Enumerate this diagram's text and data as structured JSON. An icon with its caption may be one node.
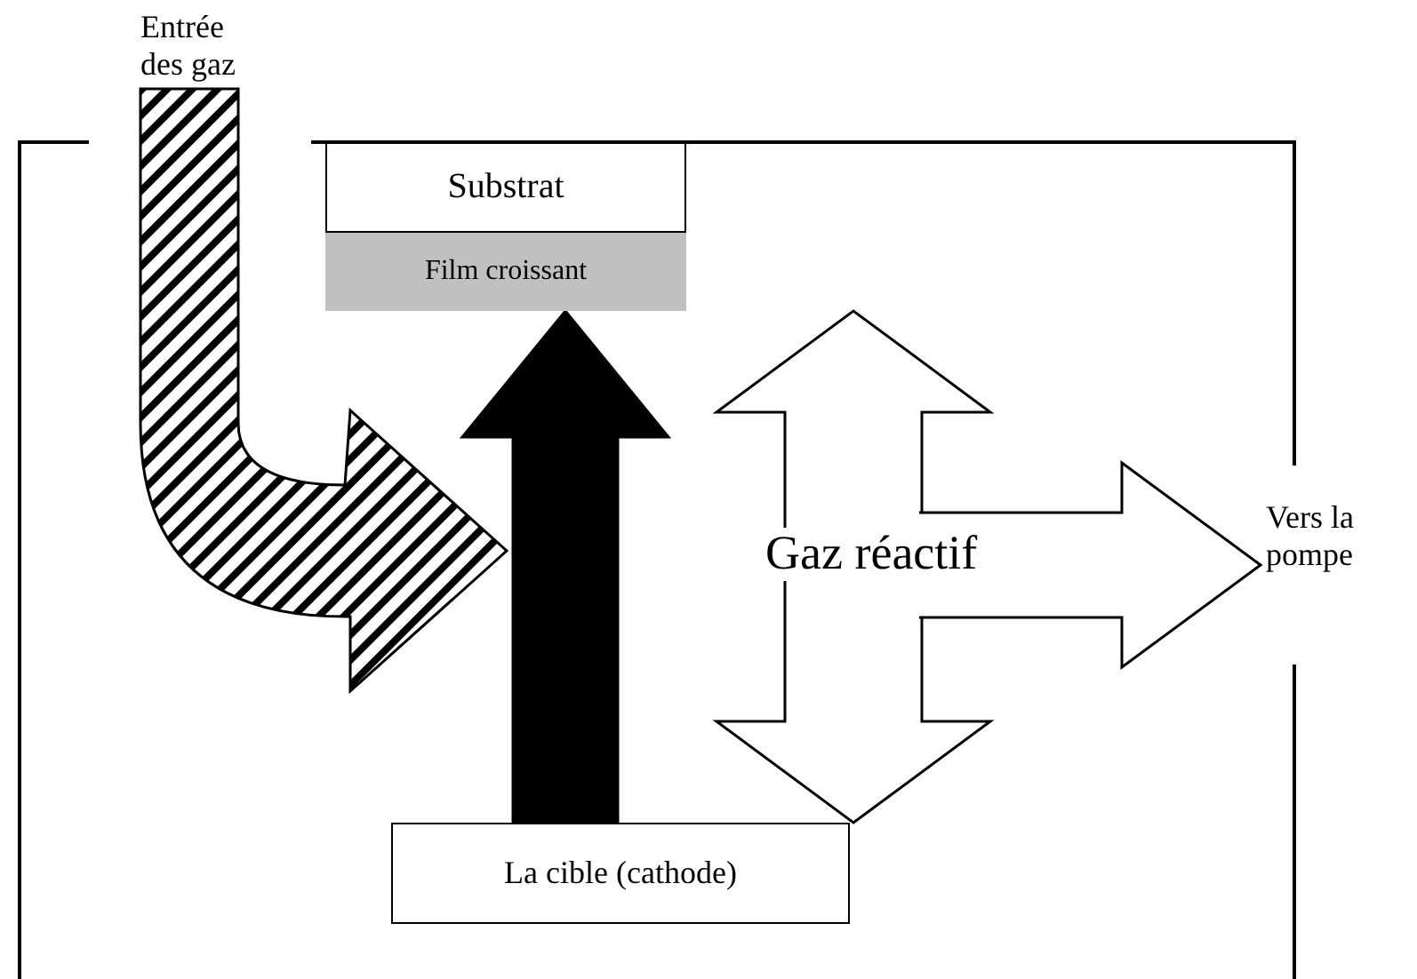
{
  "diagram": {
    "nodes": [
      {
        "text": [
          "Entrée des gaz"
        ]
      },
      {
        "text": [
          "Substrat"
        ]
      },
      {
        "text": [
          "Film croissant"
        ]
      },
      {
        "text": [
          "Vers la pompe"
        ]
      },
      {
        "text": [
          "La cible (cathode)"
        ]
      }
    ],
    "edges": [
      {
        "from": 0,
        "to": null,
        "arrow": "to"
      },
      {
        "from": 4,
        "to": 2,
        "arrow": "to",
        "color": "#000000"
      },
      {
        "from": 4,
        "to": 2,
        "arrow": "both",
        "label": "Gaz réactif"
      },
      {
        "from": null,
        "to": 3,
        "arrow": "to"
      }
    ]
  }
}
